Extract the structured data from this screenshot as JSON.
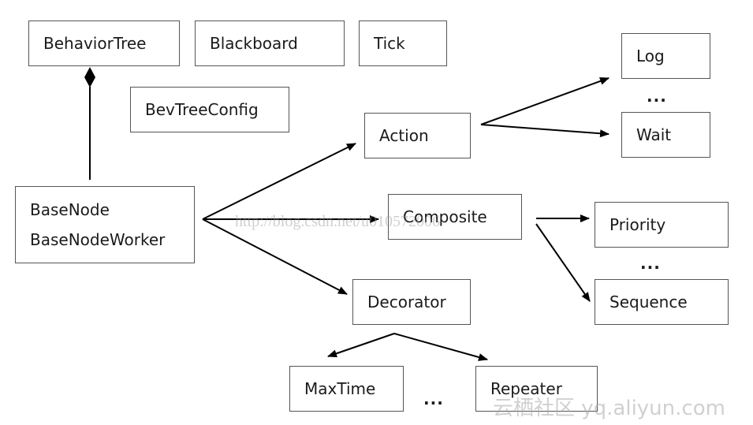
{
  "nodes": {
    "behavior_tree": "BehaviorTree",
    "blackboard": "Blackboard",
    "tick": "Tick",
    "bevtree_config": "BevTreeConfig",
    "base_node": "BaseNode",
    "base_node_worker": "BaseNodeWorker",
    "action": "Action",
    "composite": "Composite",
    "decorator": "Decorator",
    "log": "Log",
    "wait": "Wait",
    "priority": "Priority",
    "sequence": "Sequence",
    "max_time": "MaxTime",
    "repeater": "Repeater"
  },
  "ellipses": {
    "action_children": "...",
    "composite_children": "...",
    "decorator_children": "..."
  },
  "watermarks": {
    "blog": "http://blog.csdn.net/u010572006",
    "site": "云栖社区 yq.aliyun.com"
  }
}
